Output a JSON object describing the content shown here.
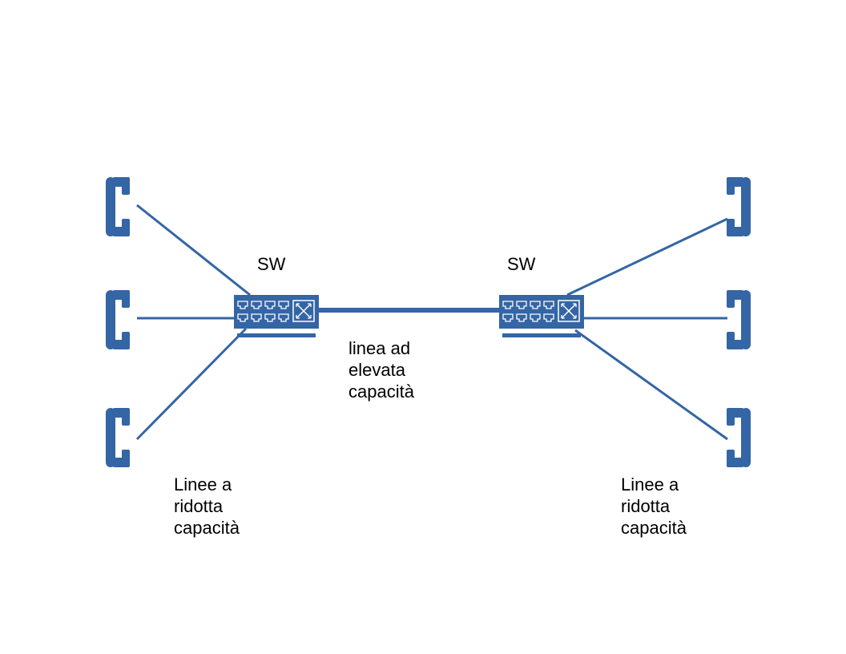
{
  "colors": {
    "accent": "#3465a4",
    "background": "#ffffff",
    "text": "#000000"
  },
  "labels": {
    "switch_left": "SW",
    "switch_right": "SW",
    "trunk_line": "linea ad\nelevata\ncapacità",
    "access_left": "Linee a\nridotta\ncapacità",
    "access_right": "Linee a\nridotta\ncapacità"
  },
  "icons": {
    "phone": "telephone-handset-icon",
    "switch": "network-switch-icon"
  }
}
